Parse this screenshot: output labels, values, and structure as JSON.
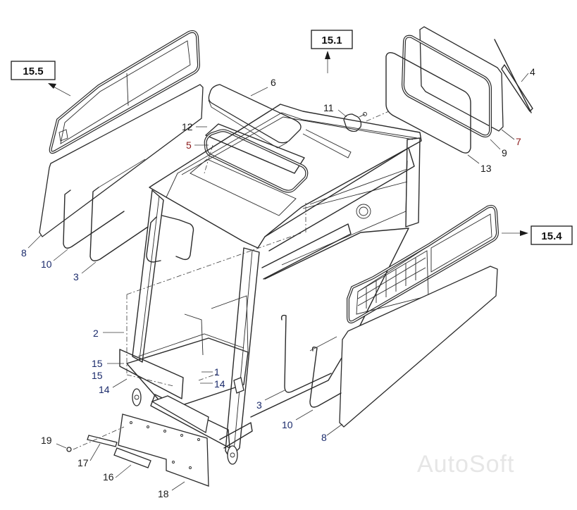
{
  "references": {
    "r155": "15.5",
    "r151": "15.1",
    "r154": "15.4"
  },
  "callouts": {
    "c1": "1",
    "c2": "2",
    "c3a": "3",
    "c3b": "3",
    "c4": "4",
    "c5": "5",
    "c6": "6",
    "c7": "7",
    "c8a": "8",
    "c8b": "8",
    "c9": "9",
    "c10a": "10",
    "c10b": "10",
    "c11": "11",
    "c12": "12",
    "c13": "13",
    "c14a": "14",
    "c14b": "14",
    "c15a": "15",
    "c15b": "15",
    "c16": "16",
    "c17": "17",
    "c18": "18",
    "c19": "19"
  },
  "colors": {
    "callout_red": "#8b1a1a",
    "callout_blue": "#1a2a6b"
  },
  "watermark": "AutoSoft"
}
